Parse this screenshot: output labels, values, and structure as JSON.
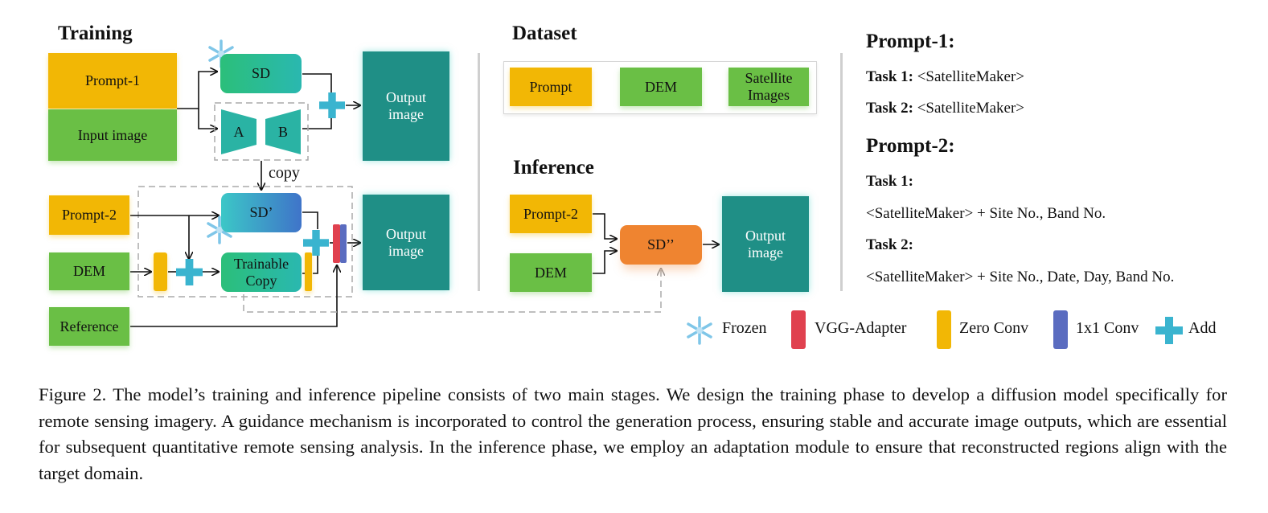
{
  "training": {
    "heading": "Training",
    "prompt1": "Prompt-1",
    "input_image": "Input image",
    "sd": "SD",
    "enc_a": "A",
    "enc_b": "B",
    "copy": "copy",
    "output1": "Output image",
    "prompt2": "Prompt-2",
    "sd_prime": "SD’",
    "trainable_copy": "Trainable Copy",
    "dem": "DEM",
    "reference": "Reference",
    "output2": "Output image"
  },
  "dataset": {
    "heading": "Dataset",
    "prompt": "Prompt",
    "dem": "DEM",
    "satellite": "Satellite Images"
  },
  "inference": {
    "heading": "Inference",
    "prompt2": "Prompt-2",
    "dem": "DEM",
    "sd_dprime": "SD’’",
    "output": "Output image"
  },
  "prompts": {
    "p1_title": "Prompt-1:",
    "p1_task1_label": "Task 1:",
    "p1_task1_text": " <SatelliteMaker>",
    "p1_task2_label": "Task 2:",
    "p1_task2_text": " <SatelliteMaker>",
    "p2_title": "Prompt-2:",
    "p2_task1_label": "Task 1:",
    "p2_task1_text": "<SatelliteMaker> + Site No., Band No.",
    "p2_task2_label": "Task 2:",
    "p2_task2_text": "<SatelliteMaker> + Site No., Date, Day, Band No."
  },
  "legend": {
    "frozen": "Frozen",
    "vgg": "VGG-Adapter",
    "zero_conv": "Zero Conv",
    "conv1x1": "1x1 Conv",
    "add": "Add"
  },
  "caption": "Figure 2. The model’s training and inference pipeline consists of two main stages. We design the training phase to develop a diffusion model specifically for remote sensing imagery. A guidance mechanism is incorporated to control the generation process, ensuring stable and accurate image outputs, which are essential for subsequent quantitative remote sensing analysis. In the inference phase, we employ an adaptation module to ensure that reconstructed regions align with the target domain.",
  "colors": {
    "yellow": "#f2b705",
    "green": "#6abf45",
    "teal": "#1f8f86",
    "orange": "#ef8430",
    "vgg_red": "#e0414f",
    "conv_blue": "#5a6cc0",
    "add_cyan": "#3ab4cf"
  }
}
